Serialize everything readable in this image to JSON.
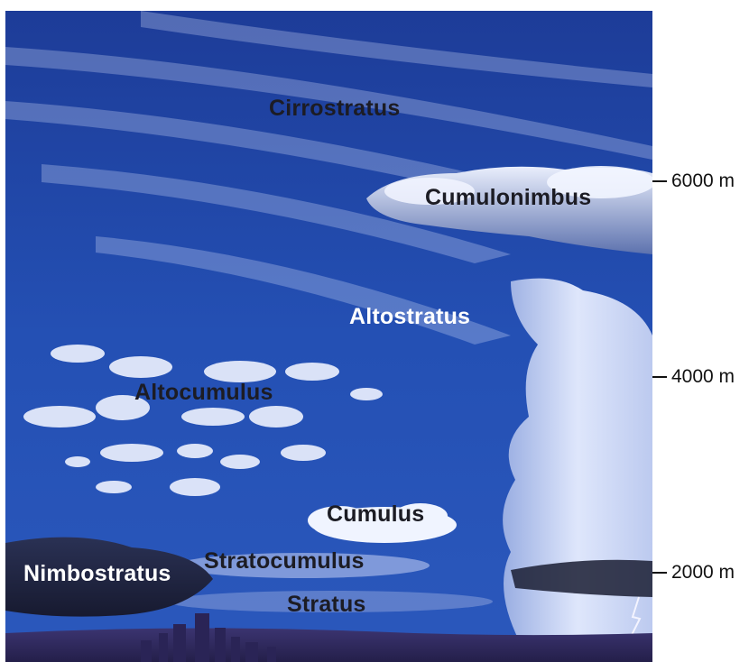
{
  "title": "",
  "clouds": {
    "cirrostratus": "Cirrostratus",
    "cumulonimbus": "Cumulonimbus",
    "altostratus": "Altostratus",
    "altocumulus": "Altocumulus",
    "cumulus": "Cumulus",
    "nimbostratus": "Nimbostratus",
    "stratocumulus": "Stratocumulus",
    "stratus": "Stratus"
  },
  "altitude_scale": {
    "labels": [
      "6000 m",
      "4000 m",
      "2000 m"
    ]
  },
  "colors": {
    "sky_top": "#1f3f9a",
    "sky_bottom": "#2a54b8",
    "cloud_white": "#eef2ff",
    "dark_label": "#1c1c24",
    "light_label": "#ffffff"
  }
}
